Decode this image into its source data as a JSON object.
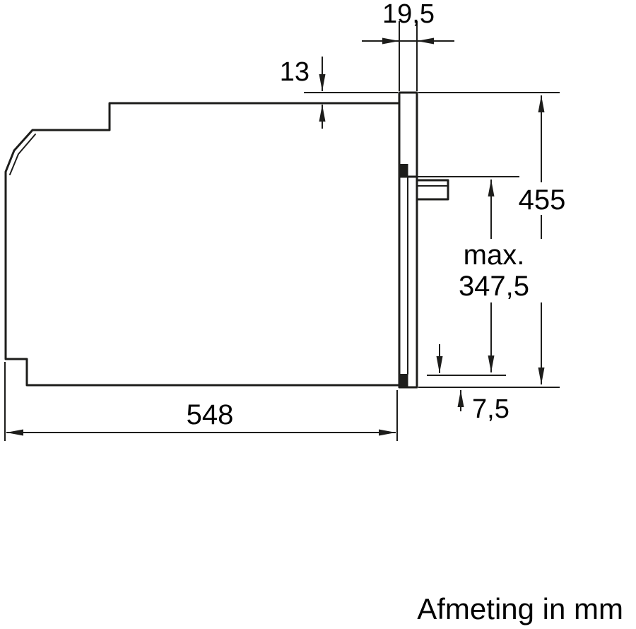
{
  "caption": "Afmeting in mm",
  "unit": "mm",
  "labels": {
    "door_thickness": "19,5",
    "top_clearance": "13",
    "front_height": "455",
    "niche_max_prefix": "max.",
    "niche_max_value": "347,5",
    "bottom_clearance": "7,5",
    "depth": "548"
  },
  "colors": {
    "line": "#1d1d1b",
    "background": "#ffffff",
    "text": "#000000"
  }
}
